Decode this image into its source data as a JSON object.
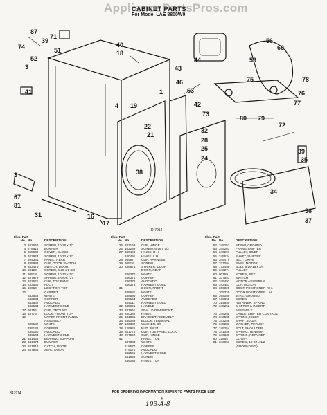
{
  "header": {
    "watermark": "AppliancePartsPros.com",
    "title": "CABINET PARTS",
    "subtitle": "For Model LAE 8800W0",
    "drawing_number": "D-7914"
  },
  "diagram": {
    "callouts": [
      "87",
      "39",
      "71",
      "74",
      "52",
      "3",
      "51",
      "41",
      "40",
      "18",
      "4",
      "19",
      "1",
      "22",
      "21",
      "38",
      "44",
      "43",
      "46",
      "63",
      "42",
      "73",
      "80",
      "79",
      "56",
      "60",
      "59",
      "75",
      "78",
      "76",
      "77",
      "72",
      "32",
      "28",
      "25",
      "24",
      "39",
      "35",
      "34",
      "36",
      "37",
      "67",
      "81",
      "31",
      "16",
      "17",
      "3"
    ]
  },
  "table": {
    "header_line1": "Illus. Part",
    "col_no": "No.",
    "col_part": "No.",
    "col_desc": "DESCRIPTION",
    "columns": [
      [
        [
          "3",
          "343640",
          "SCREW, 10-16 x 1/2"
        ],
        [
          "4",
          "278614",
          "BUMPER"
        ],
        [
          "5",
          "365630",
          "COVER, BLOCK"
        ],
        [
          "6",
          "343943",
          "SCREW, 10-32 x 1/2"
        ],
        [
          "7",
          "394361",
          "PANEL, REAR"
        ],
        [
          "8",
          "295998",
          "CLIP, DOOR SWITCH"
        ],
        [
          "9",
          "343475",
          "SWITCH, DOOR"
        ],
        [
          "10",
          "98129",
          "SCREW, 6-20 x 1-3/8"
        ],
        [
          "11",
          "98518",
          "SCREW, 10-32 x 1/2"
        ],
        [
          "12",
          "337979",
          "SPRING, DOOR (2)"
        ],
        [
          "13",
          "342621",
          "CLIP, TOE PANEL"
        ],
        [
          "14",
          "233550",
          "FOOT"
        ],
        [
          "15",
          "98669",
          "LOCATOR, TOP"
        ],
        [
          "16",
          "",
          "CABINET"
        ],
        [
          "",
          "343635",
          "WHITE"
        ],
        [
          "",
          "343633",
          "COPPER"
        ],
        [
          "",
          "343632",
          "AVOCADO"
        ],
        [
          "",
          "343634",
          "HARVEST GOLD"
        ],
        [
          "17",
          "98156",
          "CLIP, GROUND"
        ],
        [
          "18",
          "18776",
          "LOCK, FRONT TOP"
        ],
        [
          "19",
          "",
          "UPPER FRONT PANEL"
        ],
        [
          "",
          "",
          "ASSEMBLY"
        ],
        [
          "",
          "339132",
          "WHITE"
        ],
        [
          "",
          "339138",
          "COPPER"
        ],
        [
          "",
          "339150",
          "AVOCADO"
        ],
        [
          "",
          "339144",
          "HARVEST GOLD"
        ],
        [
          "21",
          "341458",
          "BEARING SUPPORT"
        ],
        [
          "22",
          "341474",
          "BUMPER"
        ],
        [
          "23",
          "341813",
          "CATCH, DOOR"
        ],
        [
          "24",
          "337965",
          "SEAL, DOOR"
        ]
      ],
      [
        [
          "25",
          "337169",
          "CLIP, HINGE"
        ],
        [
          "26",
          "162289",
          "SCREW, 6-18 x 1/2"
        ],
        [
          "27",
          "340492",
          "HINGE, R.H."
        ],
        [
          "",
          "340491",
          "HINGE, L.H."
        ],
        [
          "28",
          "98997",
          "CLIP, HARNESS"
        ],
        [
          "29",
          "98518",
          "SCREW"
        ],
        [
          "30",
          "336876",
          "STRIKER, DOOR"
        ],
        [
          "",
          "",
          "DOOR, REAR"
        ],
        [
          "",
          "336370",
          "WHITE"
        ],
        [
          "",
          "336371",
          "COPPER"
        ],
        [
          "",
          "336372",
          "AVOCADO"
        ],
        [
          "",
          "336373",
          "HARVEST GOLD"
        ],
        [
          "31",
          "",
          "DOOR, FRONT"
        ],
        [
          "",
          "338681",
          "WHITE"
        ],
        [
          "",
          "338690",
          "COPPER"
        ],
        [
          "",
          "339164",
          "AVOCADO"
        ],
        [
          "",
          "334111",
          "HARVEST GOLD"
        ],
        [
          "32",
          "345991",
          "HANDLE"
        ],
        [
          "33",
          "337961",
          "SEAL, DRUM FRONT"
        ],
        [
          "34",
          "280382",
          "HINGE"
        ],
        [
          "35",
          "341035",
          "BRACKET ASSEMBLY"
        ],
        [
          "36",
          "339039",
          "BLOCK, TERMINAL"
        ],
        [
          "37",
          "130382",
          "WASHER, 3/8"
        ],
        [
          "38",
          "129925",
          "NUT, 3/8-24"
        ],
        [
          "39",
          "341776",
          "CLIP, TOE PANEL LOCK"
        ],
        [
          "40",
          "297092",
          "CLIP, HINGE"
        ],
        [
          "41",
          "",
          "PANEL, TOE"
        ],
        [
          "",
          "337833",
          "WHITE"
        ],
        [
          "",
          "218577",
          "COPPER"
        ],
        [
          "",
          "275171",
          "AVOCADO"
        ],
        [
          "",
          "342591",
          "HARVEST GOLD"
        ],
        [
          "",
          "341888",
          "SCREW"
        ],
        [
          "",
          "336088",
          "HINGE, TOP"
        ]
      ],
      [
        [
          "52",
          "345251",
          "STRAP, GROUND"
        ],
        [
          "53",
          "345263",
          "FRAME SHIFTER"
        ],
        [
          "54",
          "340297",
          "PULLEY, IDLER"
        ],
        [
          "55",
          "345534",
          "SHAFT, SHIFTER"
        ],
        [
          "56",
          "345475",
          "BELT, DRIVE"
        ],
        [
          "57",
          "337094",
          "BASE, MOTOR"
        ],
        [
          "58",
          "172495",
          "BOLT, 5/16-18 x 3/4"
        ],
        [
          "59",
          "343274",
          "PULLEY"
        ],
        [
          "60",
          "90169",
          "SCREW, SET"
        ],
        [
          "61",
          "337551",
          "SWITCH"
        ],
        [
          "62",
          "345497",
          "MOTOR ASSEMBLY"
        ],
        [
          "63",
          "343481",
          "CLIP, MOTOR"
        ],
        [
          "64",
          "309320",
          "DOOR POSITIONER R.H."
        ],
        [
          "",
          "309320",
          "DOOR POSITIONER L.H."
        ],
        [
          "65",
          "364089",
          "WIRE, GROUND"
        ],
        [
          "67",
          "130868",
          "SCREW"
        ],
        [
          "70",
          "314550",
          "RETAINER, SPRING"
        ],
        [
          "72",
          "345252",
          "SHIFTER & INSERT"
        ],
        [
          "",
          "",
          "ASSEMBLY"
        ],
        [
          "73",
          "345285",
          "CABLE, SHIFTER CONTROL"
        ],
        [
          "74",
          "343585",
          "SPRING, IDLER"
        ],
        [
          "75",
          "343258",
          "SHAFT, IDLER"
        ],
        [
          "76",
          "345283",
          "WASHER, THRUST"
        ],
        [
          "77",
          "345254",
          "BOLT, SHOULDER"
        ],
        [
          "78",
          "341056",
          "SPRING, TENSION"
        ],
        [
          "79",
          "340839",
          "SPRING, RETAINER"
        ],
        [
          "80",
          "22865",
          "CLAMP"
        ],
        [
          "81",
          "343651",
          "SCREW, 10-32 x 1/2"
        ],
        [
          "",
          "",
          "(GROUNDING)"
        ]
      ]
    ]
  },
  "footer": {
    "doc_id": "347914",
    "note": "FOR ORDERING INFORMATION REFER TO PARTS PRICE LIST",
    "page": "4",
    "handwritten": "193-A-8"
  }
}
